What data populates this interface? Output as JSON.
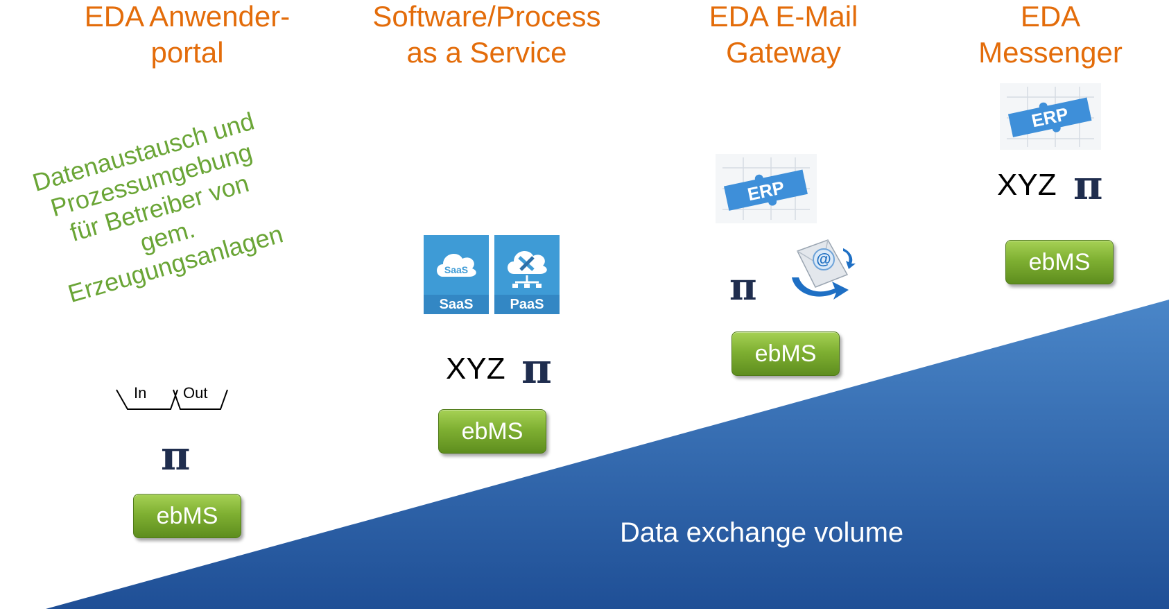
{
  "columns": [
    {
      "title": "EDA Anwender-\nportal"
    },
    {
      "title": "Software/Process\nas a Service"
    },
    {
      "title": "EDA E-Mail\nGateway"
    },
    {
      "title": "EDA\nMessenger"
    }
  ],
  "description": "Datenaustausch und\nProzessumgebung\nfür Betreiber von\ngem.\nErzeugungsanlagen",
  "ebms_label": "ebMS",
  "xyz_label": "XYZ",
  "pi_symbol": "π",
  "io": {
    "in": "In",
    "out": "Out"
  },
  "tiles": {
    "saas": "SaaS",
    "paas": "PaaS",
    "cloud_saas": "SaaS"
  },
  "erp_label": "ERP",
  "email_at": "@",
  "volume_label": "Data exchange volume",
  "colors": {
    "title": "#E36C0A",
    "green_text": "#6AA536",
    "wedge_top": "#4a86c8",
    "wedge_bottom": "#1f4f96",
    "ebms_green": "#7FB032"
  },
  "icons": [
    "erp-puzzle-icon",
    "saas-cloud-icon",
    "paas-tools-icon",
    "email-at-icon",
    "pi-logo-icon"
  ]
}
